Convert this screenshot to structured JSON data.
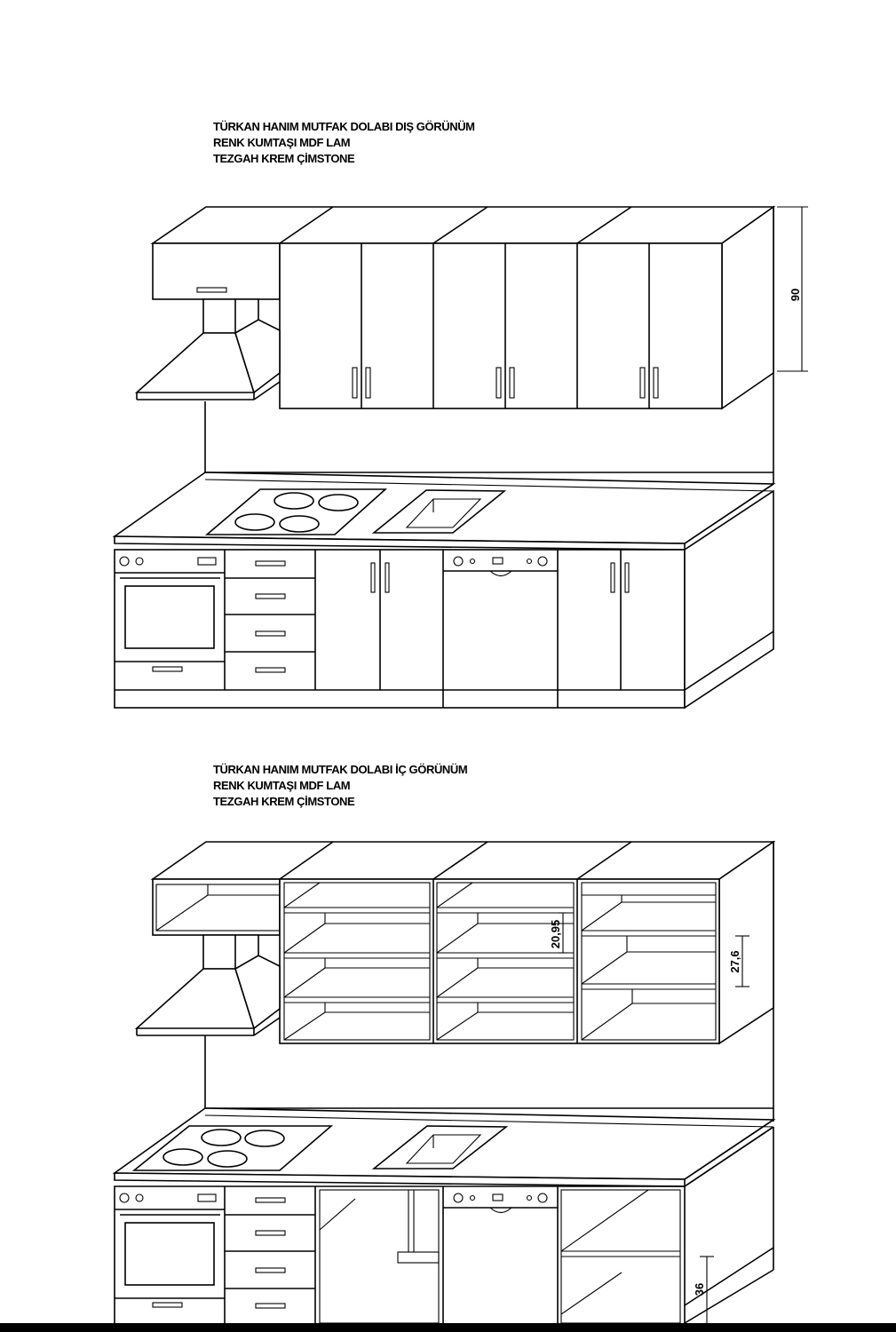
{
  "top_view": {
    "lines": [
      "TÜRKAN HANIM MUTFAK DOLABI DIŞ GÖRÜNÜM",
      "RENK KUMTAŞI MDF LAM",
      "TEZGAH KREM ÇİMSTONE"
    ],
    "dimension_height": "90"
  },
  "bottom_view": {
    "lines": [
      "TÜRKAN HANIM MUTFAK DOLABI İÇ GÖRÜNÜM",
      "RENK KUMTAŞI MDF LAM",
      "TEZGAH KREM ÇİMSTONE"
    ],
    "dimension_shelf_left": "20,95",
    "dimension_shelf_right": "27,6",
    "dimension_base_shelf": "36"
  }
}
